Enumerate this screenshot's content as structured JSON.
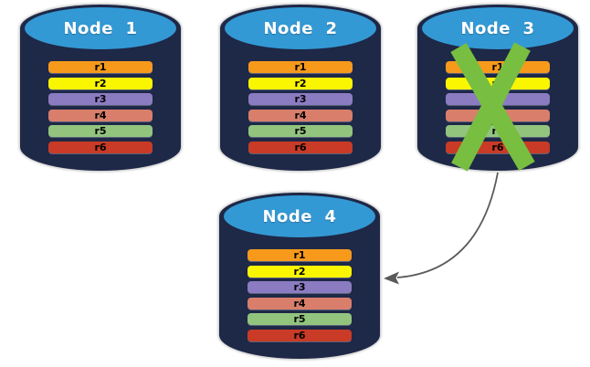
{
  "diagram": {
    "background": "#FFFFFF",
    "colors": {
      "cylinder_body": "#1E2847",
      "cylinder_top": "#3399D4",
      "node_title_text": "#FFFFFF",
      "row_label_text": "#000000",
      "failure_x": "#77BE41",
      "arrow": "#5A5A5A"
    },
    "nodes": [
      {
        "id": "node-1",
        "title": "Node  1",
        "failed": false,
        "rows": [
          {
            "label": "r1",
            "color": "#F79A1B"
          },
          {
            "label": "r2",
            "color": "#FAF500"
          },
          {
            "label": "r3",
            "color": "#8B7CC2"
          },
          {
            "label": "r4",
            "color": "#D97E6B"
          },
          {
            "label": "r5",
            "color": "#92C47E"
          },
          {
            "label": "r6",
            "color": "#C93B26"
          }
        ]
      },
      {
        "id": "node-2",
        "title": "Node  2",
        "failed": false,
        "rows": [
          {
            "label": "r1",
            "color": "#F79A1B"
          },
          {
            "label": "r2",
            "color": "#FAF500"
          },
          {
            "label": "r3",
            "color": "#8B7CC2"
          },
          {
            "label": "r4",
            "color": "#D97E6B"
          },
          {
            "label": "r5",
            "color": "#92C47E"
          },
          {
            "label": "r6",
            "color": "#C93B26"
          }
        ]
      },
      {
        "id": "node-3",
        "title": "Node  3",
        "failed": true,
        "rows": [
          {
            "label": "r1",
            "color": "#F79A1B"
          },
          {
            "label": "r2",
            "color": "#FAF500"
          },
          {
            "label": "r3",
            "color": "#8B7CC2"
          },
          {
            "label": "r4",
            "color": "#D97E6B"
          },
          {
            "label": "r5",
            "color": "#92C47E"
          },
          {
            "label": "r6",
            "color": "#C93B26"
          }
        ]
      },
      {
        "id": "node-4",
        "title": "Node  4",
        "failed": false,
        "rows": [
          {
            "label": "r1",
            "color": "#F79A1B"
          },
          {
            "label": "r2",
            "color": "#FAF500"
          },
          {
            "label": "r3",
            "color": "#8B7CC2"
          },
          {
            "label": "r4",
            "color": "#D97E6B"
          },
          {
            "label": "r5",
            "color": "#92C47E"
          },
          {
            "label": "r6",
            "color": "#C93B26"
          }
        ]
      }
    ],
    "arrow": {
      "from": "node-3",
      "to": "node-4"
    }
  }
}
